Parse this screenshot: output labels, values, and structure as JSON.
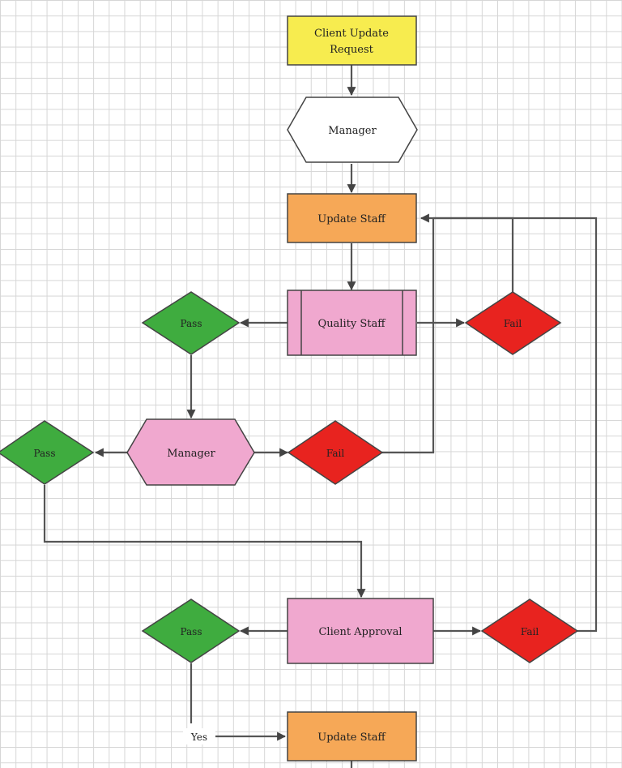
{
  "nodes": {
    "client_update_request": {
      "text_line1": "Client Update",
      "text_line2": "Request",
      "color": "#f7ec4f"
    },
    "manager_top": {
      "text": "Manager",
      "color": "#ffffff"
    },
    "update_staff_top": {
      "text": "Update Staff",
      "color": "#f6a857"
    },
    "quality_staff": {
      "text": "Quality Staff",
      "color": "#f0a8cf"
    },
    "pass_1": {
      "text": "Pass",
      "color": "#3fac3f"
    },
    "fail_1": {
      "text": "Fail",
      "color": "#e8231f"
    },
    "manager_mid": {
      "text": "Manager",
      "color": "#f0a8cf"
    },
    "pass_2": {
      "text": "Pass",
      "color": "#3fac3f"
    },
    "fail_2": {
      "text": "Fail",
      "color": "#e8231f"
    },
    "client_approval": {
      "text": "Client Approval",
      "color": "#f0a8cf"
    },
    "pass_3": {
      "text": "Pass",
      "color": "#3fac3f"
    },
    "fail_3": {
      "text": "Fail",
      "color": "#e8231f"
    },
    "update_staff_bottom": {
      "text": "Update Staff",
      "color": "#f6a857"
    }
  },
  "edge_labels": {
    "yes": "Yes"
  }
}
